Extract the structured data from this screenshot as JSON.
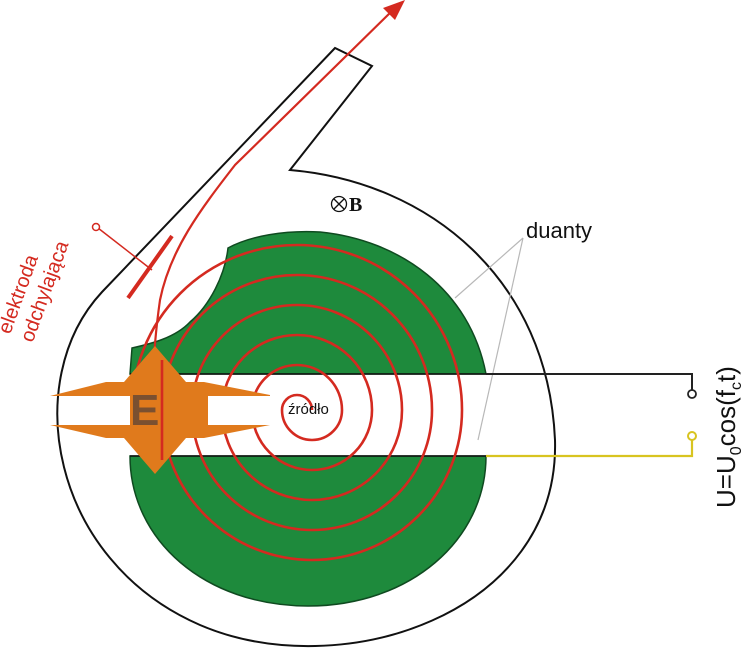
{
  "labels": {
    "magnetic_field": "B",
    "dees": "duanty",
    "source": "źródło",
    "field_symbol": "E",
    "deflector_line1": "elektroda",
    "deflector_line2": "odchylająca",
    "voltage_a": "U=U",
    "voltage_sub1": "0",
    "voltage_b": "cos(f",
    "voltage_sub2": "c",
    "voltage_c": "t)"
  },
  "colors": {
    "dee_fill": "#1e8a3c",
    "spiral": "#d42a20",
    "field_arrow": "#e07a1c",
    "field_letter": "#7a5030",
    "wire_top": "#222222",
    "wire_bottom": "#d8c420",
    "outline": "#111111"
  },
  "icons": {
    "magnetic_field_symbol": "circled-x-icon"
  }
}
